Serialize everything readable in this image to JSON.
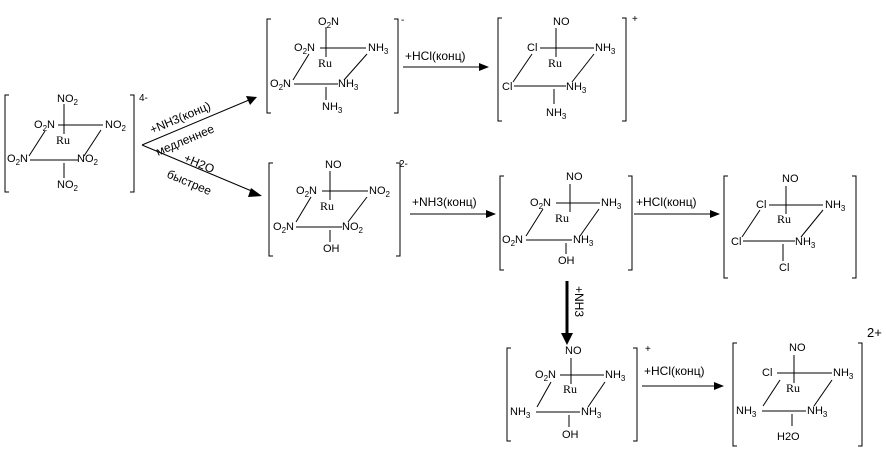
{
  "complexes": {
    "c1": {
      "metal": "Ru",
      "ligands": {
        "top": "NO2",
        "left": "O2N",
        "right": "NO2",
        "lower_left": "O2N",
        "lower_mid": "NO2",
        "bottom": "NO2"
      },
      "charge": "4-"
    },
    "c2": {
      "metal": "Ru",
      "ligands": {
        "top": "O2N",
        "left": "O2N",
        "right": "NH3",
        "lower_left": "O2N",
        "lower_right": "NH3",
        "bottom": "NH3"
      },
      "charge": "-"
    },
    "c3": {
      "metal": "Ru",
      "ligands": {
        "top": "NO",
        "left": "Cl",
        "right": "NH3",
        "lower_left": "Cl",
        "lower_right": "NH3",
        "bottom": "NH3"
      },
      "charge": "+"
    },
    "c4": {
      "metal": "Ru",
      "ligands": {
        "top": "NO",
        "left": "O2N",
        "right": "NO2",
        "lower_left": "O2N",
        "lower_right": "NO2",
        "bottom": "OH"
      },
      "charge": "2-"
    },
    "c5": {
      "metal": "Ru",
      "ligands": {
        "top": "NO",
        "left": "O2N",
        "right": "NH3",
        "lower_left": "O2N",
        "lower_right": "NH3",
        "bottom": "OH"
      },
      "charge": ""
    },
    "c6": {
      "metal": "Ru",
      "ligands": {
        "top": "NO",
        "left": "Cl",
        "right": "NH3",
        "lower_left": "Cl",
        "lower_right": "NH3",
        "bottom": "Cl"
      },
      "charge": ""
    },
    "c7": {
      "metal": "Ru",
      "ligands": {
        "top": "NO",
        "left": "O2N",
        "right": "NH3",
        "lower_left": "NH3",
        "lower_right": "NH3",
        "bottom": "OH"
      },
      "charge": "+"
    },
    "c8": {
      "metal": "Ru",
      "ligands": {
        "top": "NO",
        "left": "Cl",
        "right": "NH3",
        "lower_left": "NH3",
        "lower_right": "NH3",
        "bottom": "H2O"
      },
      "charge": "2+"
    }
  },
  "arrows": {
    "a1": {
      "above": "+NH3(конц)",
      "below": "медленнее"
    },
    "a2": {
      "above": "+H2O",
      "below": "быстрее"
    },
    "a3": {
      "above": "+HCl(конц)"
    },
    "a4": {
      "above": "+NH3(конц)"
    },
    "a5": {
      "above": "+HCl(конц)"
    },
    "a6": {
      "side": "+NH3"
    },
    "a7": {
      "above": "+HCl(конц)"
    }
  }
}
